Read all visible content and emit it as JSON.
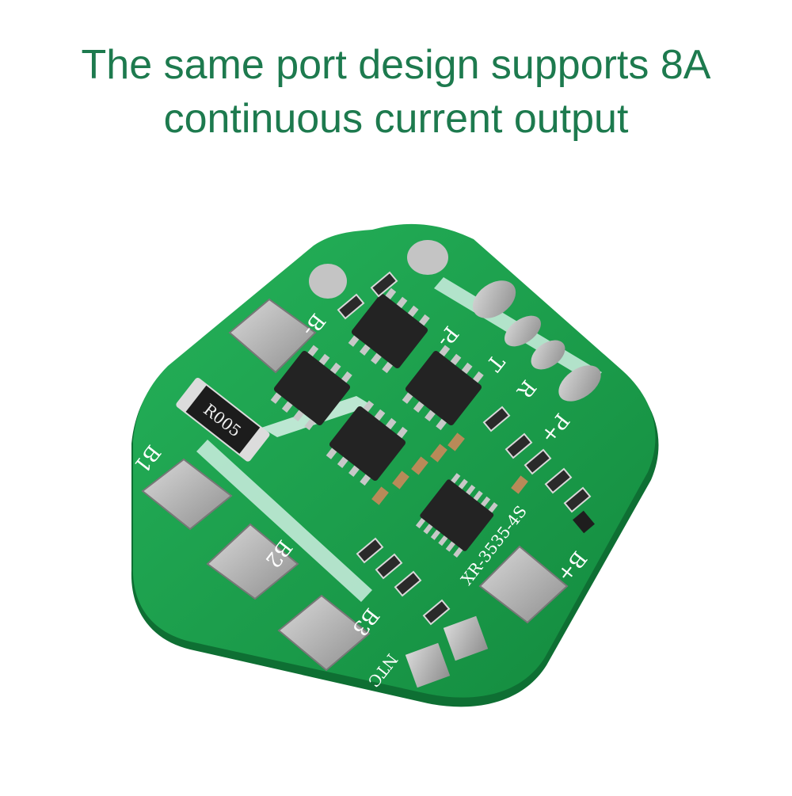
{
  "headline": {
    "line1": "The same port design supports 8A",
    "line2": "continuous current output"
  },
  "board": {
    "pads": {
      "b_minus": "B-",
      "p_minus": "P-",
      "t": "T",
      "r": "R",
      "p_plus": "P+",
      "b1": "B1",
      "b2": "B2",
      "b3": "B3",
      "b_plus": "B+",
      "ntc": "NTC"
    },
    "model": "XR-3535-4S",
    "shunt_resistor": "R005",
    "colors": {
      "pcb": "#1a9a4a",
      "headline": "#1d7a4e",
      "pad": "#b9b9b9",
      "chip": "#232323"
    }
  }
}
